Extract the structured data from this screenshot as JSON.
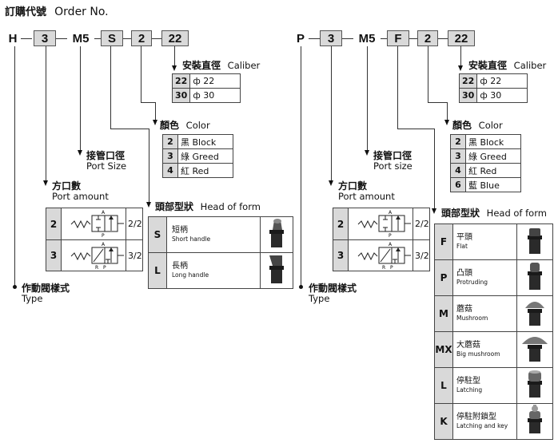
{
  "title": {
    "zh": "訂購代號",
    "en": "Order No."
  },
  "left": {
    "codes": [
      "H",
      "3",
      "M5",
      "S",
      "2",
      "22"
    ],
    "caliber": {
      "zh": "安裝直徑",
      "en": "Caliber",
      "rows": [
        {
          "k": "22",
          "v": "ф 22"
        },
        {
          "k": "30",
          "v": "ф 30"
        }
      ]
    },
    "color": {
      "zh": "顏色",
      "en": "Color",
      "rows": [
        {
          "k": "2",
          "v": "黑 Block"
        },
        {
          "k": "3",
          "v": "綠 Greed"
        },
        {
          "k": "4",
          "v": "紅 Red"
        }
      ]
    },
    "port_size": {
      "zh": "接管口徑",
      "en": "Port Size"
    },
    "port_amount": {
      "zh": "方口數",
      "en": "Port amount",
      "rows": [
        {
          "k": "2",
          "v": "2/2"
        },
        {
          "k": "3",
          "v": "3/2"
        }
      ]
    },
    "head": {
      "zh": "頭部型狀",
      "en": "Head of form",
      "rows": [
        {
          "k": "S",
          "zh": "短柄",
          "en": "Short handle"
        },
        {
          "k": "L",
          "zh": "長柄",
          "en": "Long handle"
        }
      ]
    },
    "type": {
      "zh": "作動閥樣式",
      "en": "Type"
    }
  },
  "right": {
    "codes": [
      "P",
      "3",
      "M5",
      "F",
      "2",
      "22"
    ],
    "caliber": {
      "zh": "安裝直徑",
      "en": "Caliber",
      "rows": [
        {
          "k": "22",
          "v": "ф 22"
        },
        {
          "k": "30",
          "v": "ф 30"
        }
      ]
    },
    "color": {
      "zh": "顏色",
      "en": "Color",
      "rows": [
        {
          "k": "2",
          "v": "黑 Block"
        },
        {
          "k": "3",
          "v": "綠 Greed"
        },
        {
          "k": "4",
          "v": "紅 Red"
        },
        {
          "k": "6",
          "v": "藍 Blue"
        }
      ]
    },
    "port_size": {
      "zh": "接管口徑",
      "en": "Port size"
    },
    "port_amount": {
      "zh": "方口數",
      "en": "Port amount",
      "rows": [
        {
          "k": "2",
          "v": "2/2"
        },
        {
          "k": "3",
          "v": "3/2"
        }
      ]
    },
    "head": {
      "zh": "頭部型狀",
      "en": "Head of form",
      "rows": [
        {
          "k": "F",
          "zh": "平頭",
          "en": "Flat"
        },
        {
          "k": "P",
          "zh": "凸頭",
          "en": "Protruding"
        },
        {
          "k": "M",
          "zh": "蘑菇",
          "en": "Mushroom"
        },
        {
          "k": "MX",
          "zh": "大蘑菇",
          "en": "Big mushroom"
        },
        {
          "k": "L",
          "zh": "停駐型",
          "en": "Latching"
        },
        {
          "k": "K",
          "zh": "停駐附鎖型",
          "en": "Latching and key"
        }
      ]
    },
    "type": {
      "zh": "作動閥樣式",
      "en": "Type"
    }
  },
  "symbol_labels": {
    "a": "A",
    "p": "P",
    "r": "R"
  },
  "colors": {
    "key_bg": "#d9d9d9",
    "line": "#333333",
    "head_dark": "#2a2a2a"
  }
}
